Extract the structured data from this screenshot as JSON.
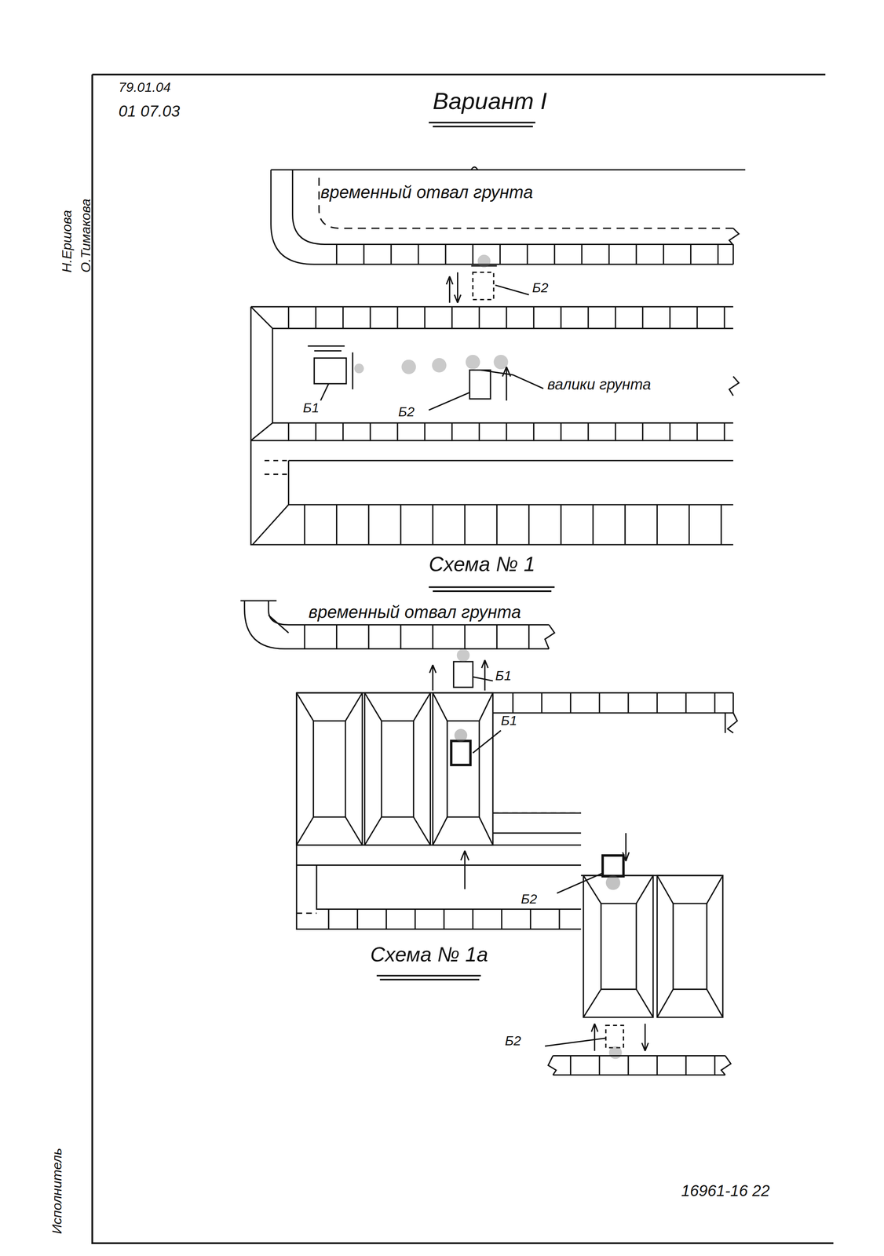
{
  "diagram": {
    "title": "Вариант I",
    "nodes": [
      {
        "text": [
          "временный отвал грунта"
        ]
      },
      {
        "text": [
          "временный отвал грунта"
        ]
      }
    ],
    "labels": [
      "79.01.04",
      "01 07.03",
      "Б2",
      "валики грунта",
      "Б1",
      "Б2",
      "Схема № 1",
      "Б1",
      "Б1",
      "Б2",
      "Б2",
      "Схема № 1а",
      "Н.Ершова",
      "О.Тимакова",
      "Исполнитель",
      "16961-16 22"
    ]
  }
}
